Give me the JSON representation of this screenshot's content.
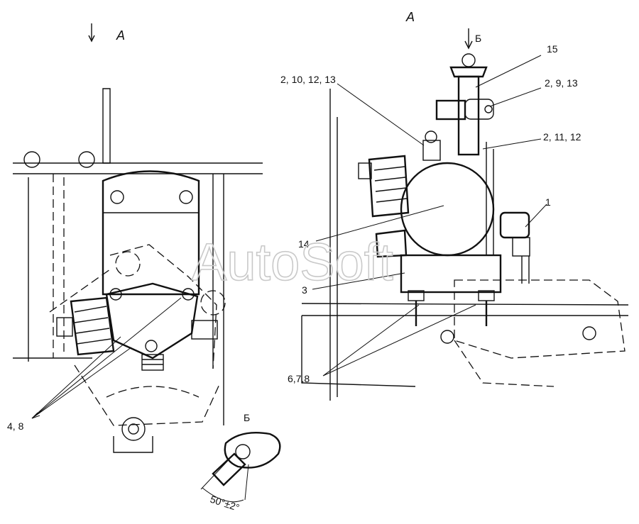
{
  "view_label_left": "A",
  "view_label_right": "A",
  "callouts": {
    "c15": "15",
    "c2_10_12_13": "2, 10, 12, 13",
    "c2_9_13": "2, 9, 13",
    "c2_11_12": "2, 11, 12",
    "c1": "1",
    "c14": "14",
    "c3": "3",
    "c678": "6,7,8",
    "c48": "4, 8"
  },
  "detail_b": {
    "title_top": "Б",
    "title_bottom": "Б",
    "angle": "50°±2°"
  },
  "watermark": "AutoSoft"
}
